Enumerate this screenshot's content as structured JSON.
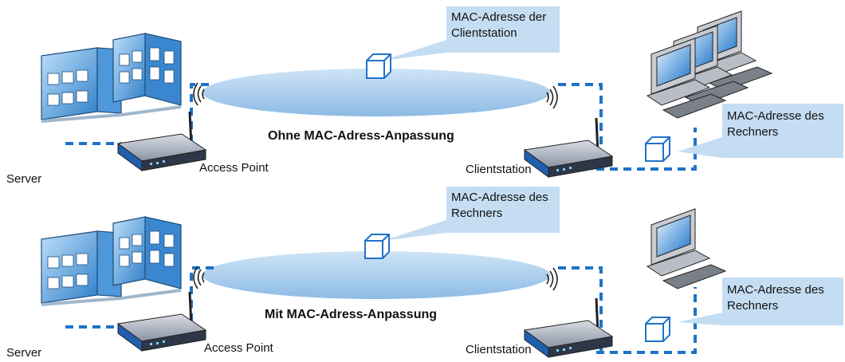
{
  "diagrams": [
    {
      "caption": "Ohne MAC-Adress-Anpassung",
      "left_label": "Server",
      "ap_label": "Access Point",
      "client_label": "Clientstation",
      "upper_callout": [
        "MAC-Adresse der",
        "Clientstation"
      ],
      "lower_callout": [
        "MAC-Adresse des",
        "Rechners"
      ]
    },
    {
      "caption": "Mit MAC-Adress-Anpassung",
      "left_label": "Server",
      "ap_label": "Access Point",
      "client_label": "Clientstation",
      "upper_callout": [
        "MAC-Adresse des",
        "Rechners"
      ],
      "lower_callout": [
        "MAC-Adresse des",
        "Rechners"
      ]
    }
  ],
  "colors": {
    "link_dashed": "#1e73c8",
    "wlan_ellipse": "#9dc7ea",
    "callout_fill": "#c5ddf2",
    "building": "#3b8fd6",
    "router": "#3b4a66",
    "packet_stroke": "#1e73c8"
  }
}
